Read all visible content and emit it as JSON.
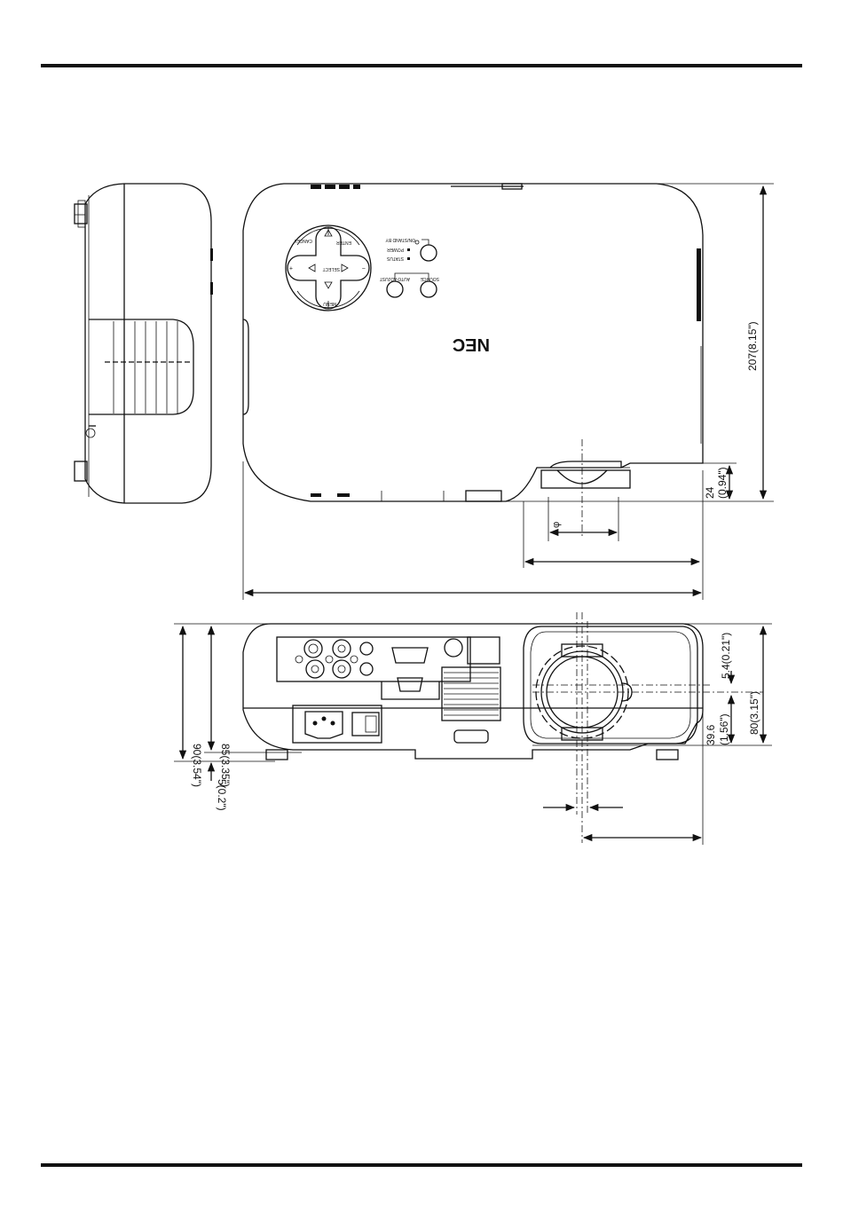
{
  "brand_logo": "NEC",
  "top_panel": {
    "buttons": {
      "cancel": "CANCEL",
      "enter": "ENTER",
      "select": "SELECT",
      "menu": "MENU",
      "plus": "+",
      "minus": "−",
      "auto_adjust": "AUTO ADJUST",
      "source": "SOURCE",
      "on_stand_by": "ON/STAND BY"
    },
    "indicators": {
      "power": "POWER",
      "status": "STATUS"
    }
  },
  "dimensions": {
    "top_depth": "207(8.15\")",
    "lens_offset_top": "24",
    "lens_offset_top_in": "(0.94\")",
    "diameter_symbol": "φ",
    "front_height_total": "90(3.54\")",
    "front_height_body": "85(3.35\")",
    "foot_height": "5(0.2\")",
    "lens_center_offset": "5.4(0.21\")",
    "front_height_right": "80(3.15\")",
    "lens_center_height": "39.6",
    "lens_center_height_in": "(1.56\")"
  }
}
